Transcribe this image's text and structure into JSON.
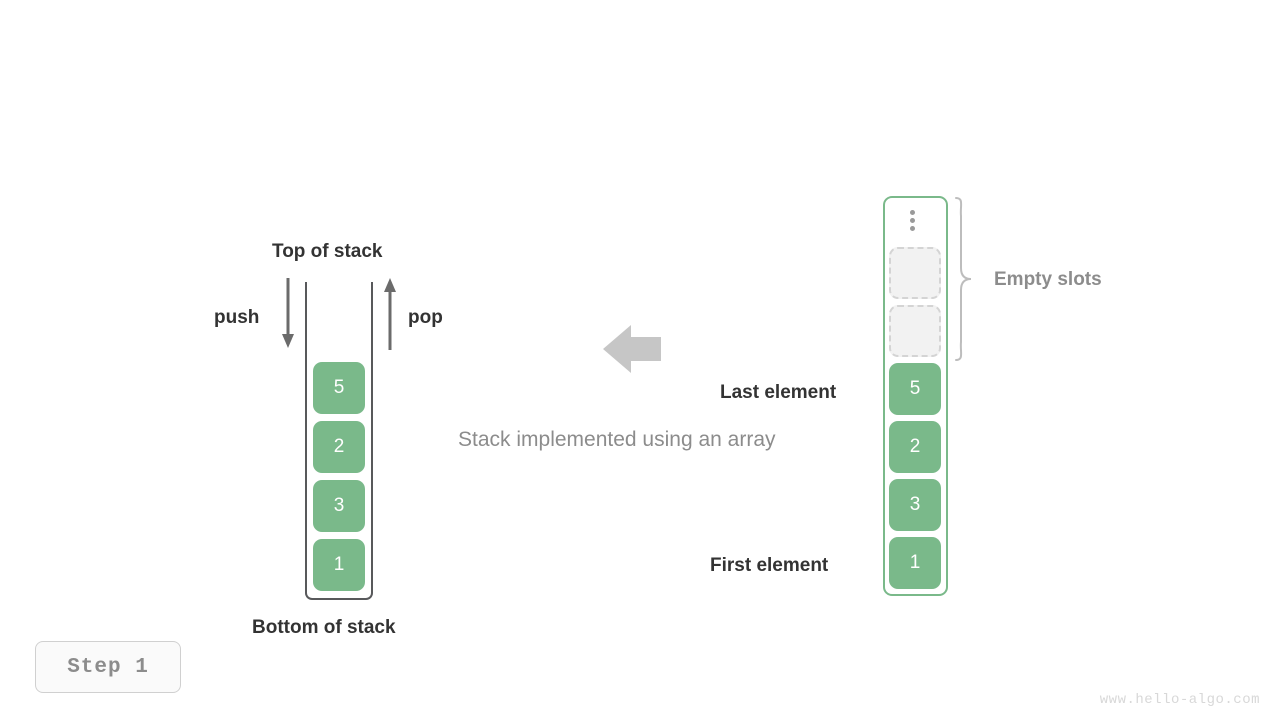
{
  "figure": {
    "caption": "Stack implemented using an array",
    "step_badge": "Step  1",
    "watermark": "www.hello-algo.com"
  },
  "stack": {
    "top_label": "Top of stack",
    "bottom_label": "Bottom of stack",
    "push_label": "push",
    "pop_label": "pop",
    "cells": [
      {
        "value": "5"
      },
      {
        "value": "2"
      },
      {
        "value": "3"
      },
      {
        "value": "1"
      }
    ]
  },
  "array": {
    "empty_slots_label": "Empty slots",
    "last_element_label": "Last element",
    "first_element_label": "First element",
    "ellipsis": "vertical-ellipsis",
    "empty_slot_count": 2,
    "cells": [
      {
        "value": "5"
      },
      {
        "value": "2"
      },
      {
        "value": "3"
      },
      {
        "value": "1"
      }
    ]
  },
  "colors": {
    "element_fill": "#7ab98a",
    "element_text": "#ffffff",
    "stack_border": "#58595b",
    "array_border": "#7ab98a",
    "empty_slot_fill": "#f2f2f2",
    "empty_slot_border": "#d4d4d4",
    "label_dark": "#333333",
    "label_gray": "#8c8c8c",
    "transform_arrow": "#c6c6c6"
  }
}
